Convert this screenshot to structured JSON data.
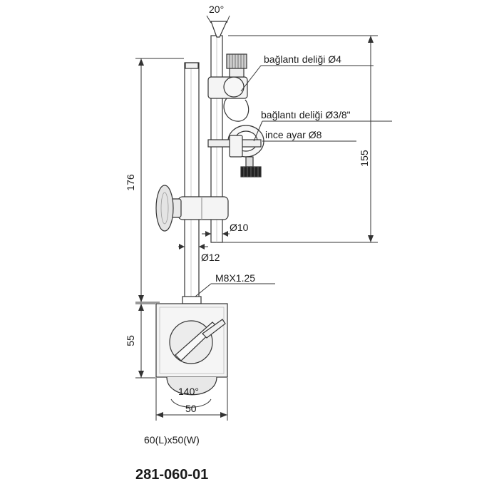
{
  "drawing": {
    "angle_top": "20°",
    "hole_small": "bağlantı deliği Ø4",
    "hole_large": "bağlantı deliği Ø3/8\"",
    "fine_adjust": "ince ayar Ø8",
    "dim_height_total": "176",
    "dim_height_arm": "155",
    "dia_upper_rod": "Ø10",
    "dia_main_rod": "Ø12",
    "thread": "M8X1.25",
    "dim_base_height": "55",
    "base_angle": "140°",
    "dim_base_width": "50",
    "base_size": "60(L)x50(W)",
    "part_number": "281-060-01"
  }
}
